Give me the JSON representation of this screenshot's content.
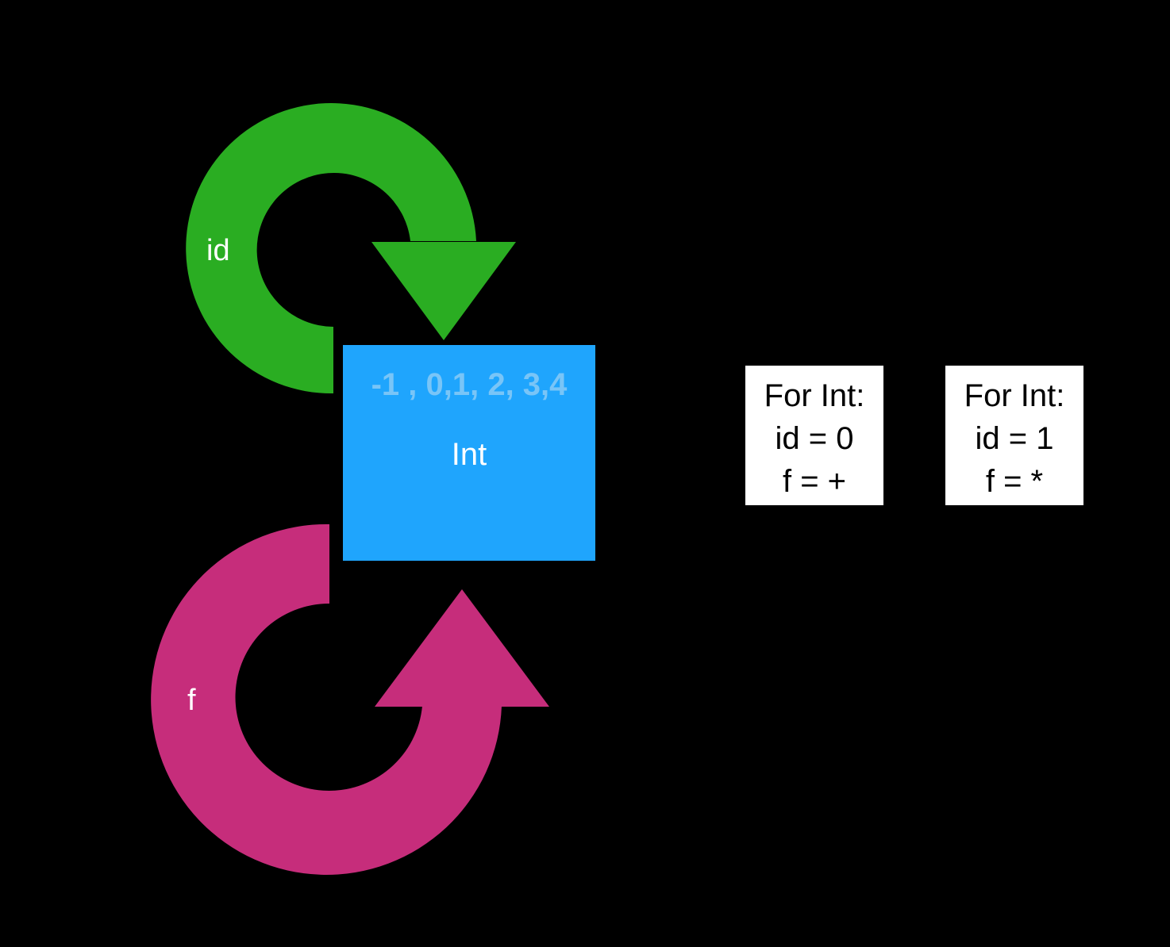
{
  "colors": {
    "background": "#000000",
    "id_arrow": "#2aad22",
    "f_arrow": "#c62d7b",
    "int_box": "#1fa5fd",
    "int_values_text": "#79c5f7",
    "note_box": "#ffffff"
  },
  "arrows": {
    "id": {
      "label": "id",
      "icon": "clockwise-loop-arrow-icon"
    },
    "f": {
      "label": "f",
      "icon": "counterclockwise-loop-arrow-icon"
    }
  },
  "int_box": {
    "values": "-1 , 0,1, 2, 3,4",
    "title": "Int"
  },
  "notes": [
    {
      "heading": "For Int:",
      "identity": "id = 0",
      "operation": "f = +"
    },
    {
      "heading": "For Int:",
      "identity": "id = 1",
      "operation": "f = *"
    }
  ]
}
